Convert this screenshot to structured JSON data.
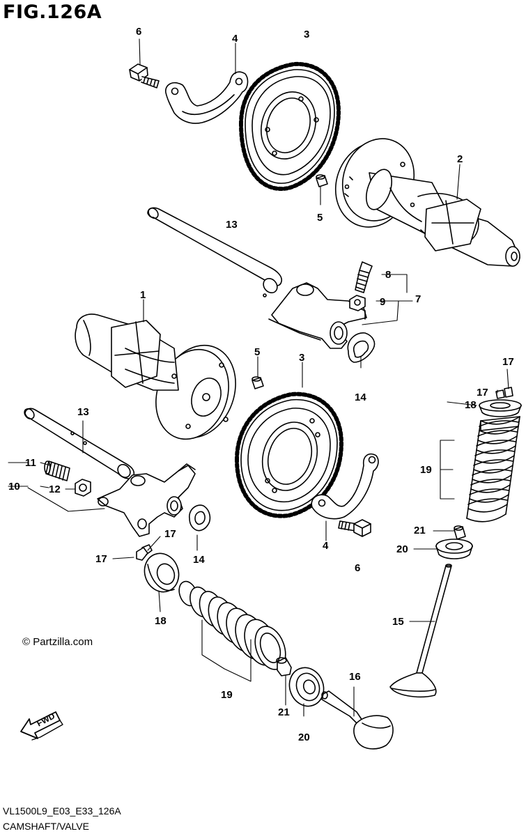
{
  "figure": {
    "title": "FIG.126A"
  },
  "labels": {
    "l1": "1",
    "l2": "2",
    "l3a": "3",
    "l3b": "3",
    "l4a": "4",
    "l4b": "4",
    "l5a": "5",
    "l5b": "5",
    "l6a": "6",
    "l6b": "6",
    "l7": "7",
    "l8": "8",
    "l9": "9",
    "l10": "10",
    "l11": "11",
    "l12": "12",
    "l13a": "13",
    "l13b": "13",
    "l14a": "14",
    "l14b": "14",
    "l15": "15",
    "l16": "16",
    "l17a": "17",
    "l17b": "17",
    "l17c": "17",
    "l17d": "17",
    "l18a": "18",
    "l18b": "18",
    "l19a": "19",
    "l19b": "19",
    "l20a": "20",
    "l20b": "20",
    "l21a": "21",
    "l21b": "21"
  },
  "watermark": "© Partzilla.com",
  "fwd_arrow": {
    "text": "FWD"
  },
  "footer": {
    "code": "VL1500L9_E03_E33_126A",
    "caption": "CAMSHAFT/VALVE"
  }
}
